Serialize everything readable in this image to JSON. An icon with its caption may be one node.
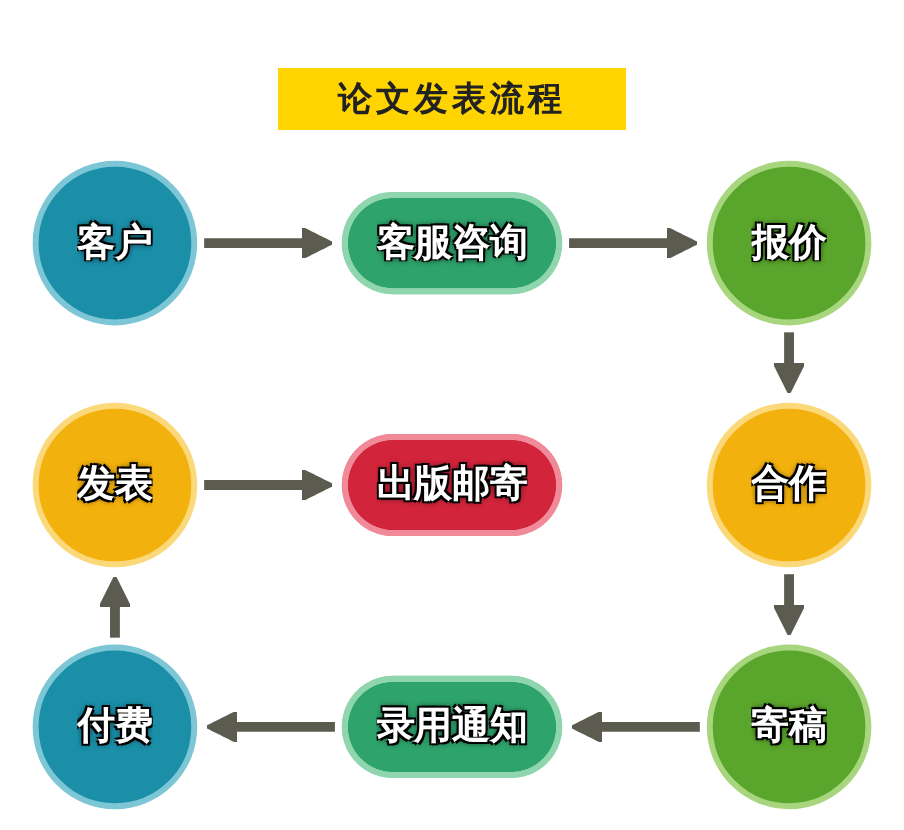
{
  "diagram": {
    "title": "论文发表流程",
    "nodes": [
      {
        "text": [
          "客户"
        ]
      },
      {
        "text": [
          "客服咨询"
        ]
      },
      {
        "text": [
          "报价"
        ]
      },
      {
        "text": [
          "发表"
        ]
      },
      {
        "text": [
          "出版邮寄"
        ]
      },
      {
        "text": [
          "合作"
        ]
      },
      {
        "text": [
          "付费"
        ]
      },
      {
        "text": [
          "录用通知"
        ]
      },
      {
        "text": [
          "寄稿"
        ]
      }
    ],
    "edges": [
      {
        "from": 0,
        "to": 1,
        "arrow": "to"
      },
      {
        "from": 1,
        "to": 2,
        "arrow": "to"
      },
      {
        "from": 2,
        "to": 5,
        "arrow": "to"
      },
      {
        "from": 5,
        "to": 8,
        "arrow": "to"
      },
      {
        "from": 8,
        "to": 7,
        "arrow": "to"
      },
      {
        "from": 7,
        "to": 6,
        "arrow": "to"
      },
      {
        "from": 6,
        "to": 3,
        "arrow": "to"
      },
      {
        "from": 3,
        "to": 4,
        "arrow": "to"
      }
    ]
  }
}
